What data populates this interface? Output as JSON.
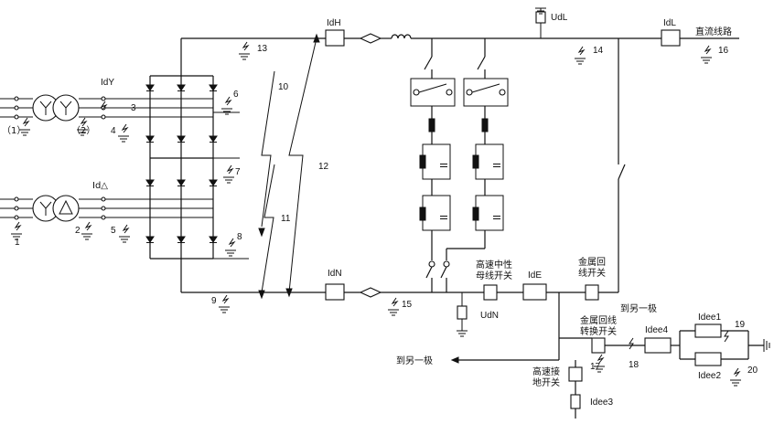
{
  "labels": {
    "IdH": "IdH",
    "UdL": "UdL",
    "IdL": "IdL",
    "dc_line": "直流线路",
    "IdY": "IdY",
    "IdD": "Id△",
    "IdN": "IdN",
    "UdN": "UdN",
    "IdE": "IdE",
    "hs_neutral_1": "高速中性",
    "hs_neutral_2": "母线开关",
    "metal_return_1": "金属回",
    "metal_return_2": "线开关",
    "to_other_pole": "到另一极",
    "mrtb_1": "金属回线",
    "mrtb_2": "转换开关",
    "hs_ground_1": "高速接",
    "hs_ground_2": "地开关",
    "Idee1": "Idee1",
    "Idee2": "Idee2",
    "Idee3": "Idee3",
    "Idee4": "Idee4",
    "src1": "（1）",
    "src2": "（2）"
  },
  "numbers": {
    "n1": "1",
    "n2": "2",
    "n3": "3",
    "n4": "4",
    "n5": "5",
    "n6": "6",
    "n7": "7",
    "n8": "8",
    "n9": "9",
    "n10": "10",
    "n11": "11",
    "n12": "12",
    "n13": "13",
    "n14": "14",
    "n15": "15",
    "n16": "16",
    "n17": "17",
    "n18": "18",
    "n19": "19",
    "n20": "20"
  }
}
